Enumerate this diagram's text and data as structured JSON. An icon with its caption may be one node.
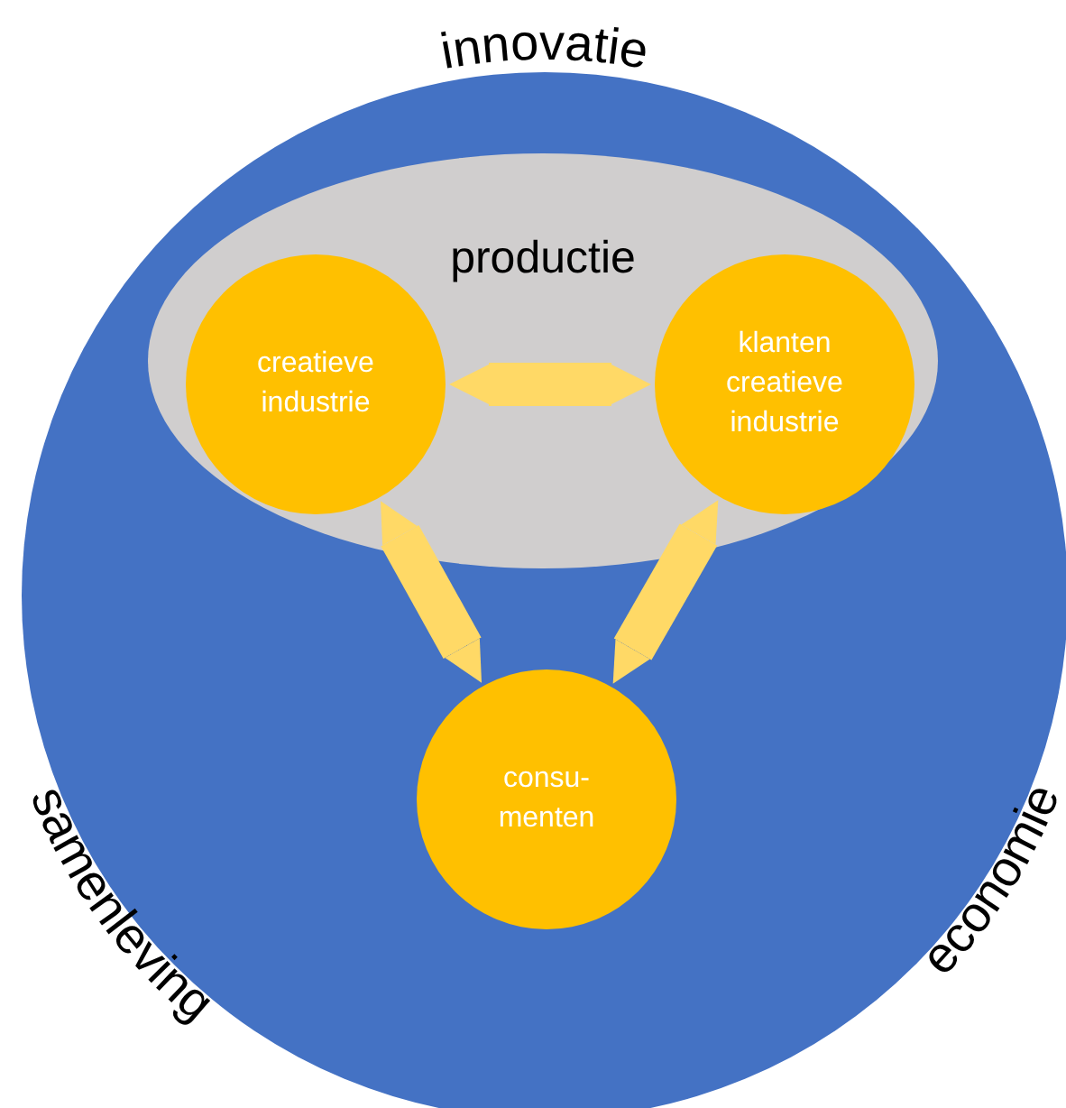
{
  "diagram": {
    "nodes": [
      {
        "text": [
          "innovatie",
          "samenleving",
          "economie"
        ]
      },
      {
        "text": [
          "productie"
        ],
        "in": 0
      },
      {
        "text": [
          "creatieve industrie"
        ],
        "in": 1
      },
      {
        "text": [
          "klanten creatieve industrie"
        ],
        "in": 1
      },
      {
        "text": [
          "consu- menten"
        ],
        "in": 0
      }
    ],
    "edges": [
      {
        "from": 2,
        "to": 3,
        "arrow": "both"
      },
      {
        "from": 2,
        "to": 4,
        "arrow": "both"
      },
      {
        "from": 3,
        "to": 4,
        "arrow": "both"
      }
    ]
  }
}
